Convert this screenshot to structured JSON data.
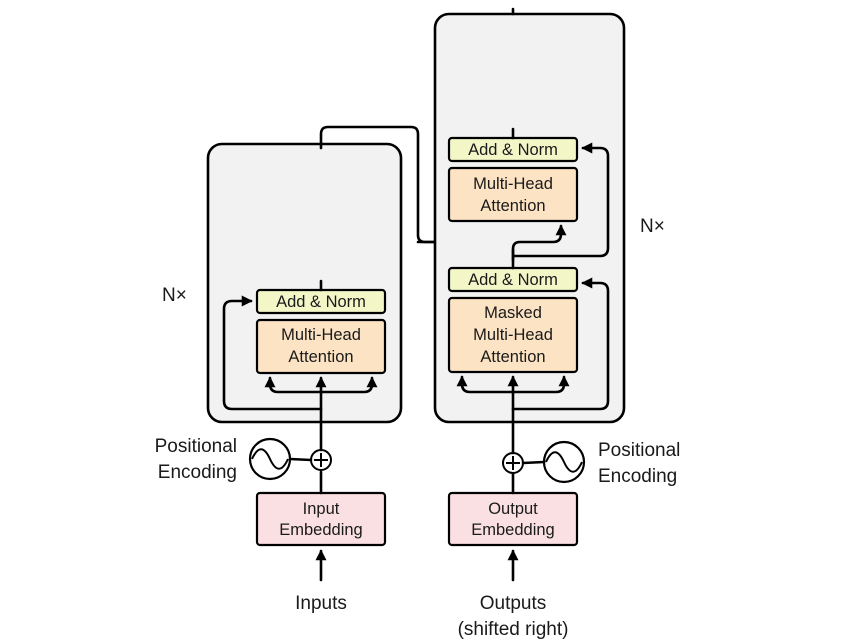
{
  "encoder": {
    "repeat_label": "N×",
    "add_norm": "Add & Norm",
    "attention": [
      "Multi-Head",
      "Attention"
    ],
    "positional_encoding": [
      "Positional",
      "Encoding"
    ],
    "embedding": [
      "Input",
      "Embedding"
    ],
    "input_label": "Inputs"
  },
  "decoder": {
    "repeat_label": "N×",
    "add_norm_top": "Add & Norm",
    "cross_attention": [
      "Multi-Head",
      "Attention"
    ],
    "add_norm_bottom": "Add & Norm",
    "masked_attention": [
      "Masked",
      "Multi-Head",
      "Attention"
    ],
    "positional_encoding": [
      "Positional",
      "Encoding"
    ],
    "embedding": [
      "Output",
      "Embedding"
    ],
    "output_label": [
      "Outputs",
      "(shifted right)"
    ]
  },
  "colors": {
    "frame_fill": "#f2f2f2",
    "add_norm_fill": "#f3f7c8",
    "attention_fill": "#fce3c4",
    "embedding_fill": "#fbe0e3"
  }
}
